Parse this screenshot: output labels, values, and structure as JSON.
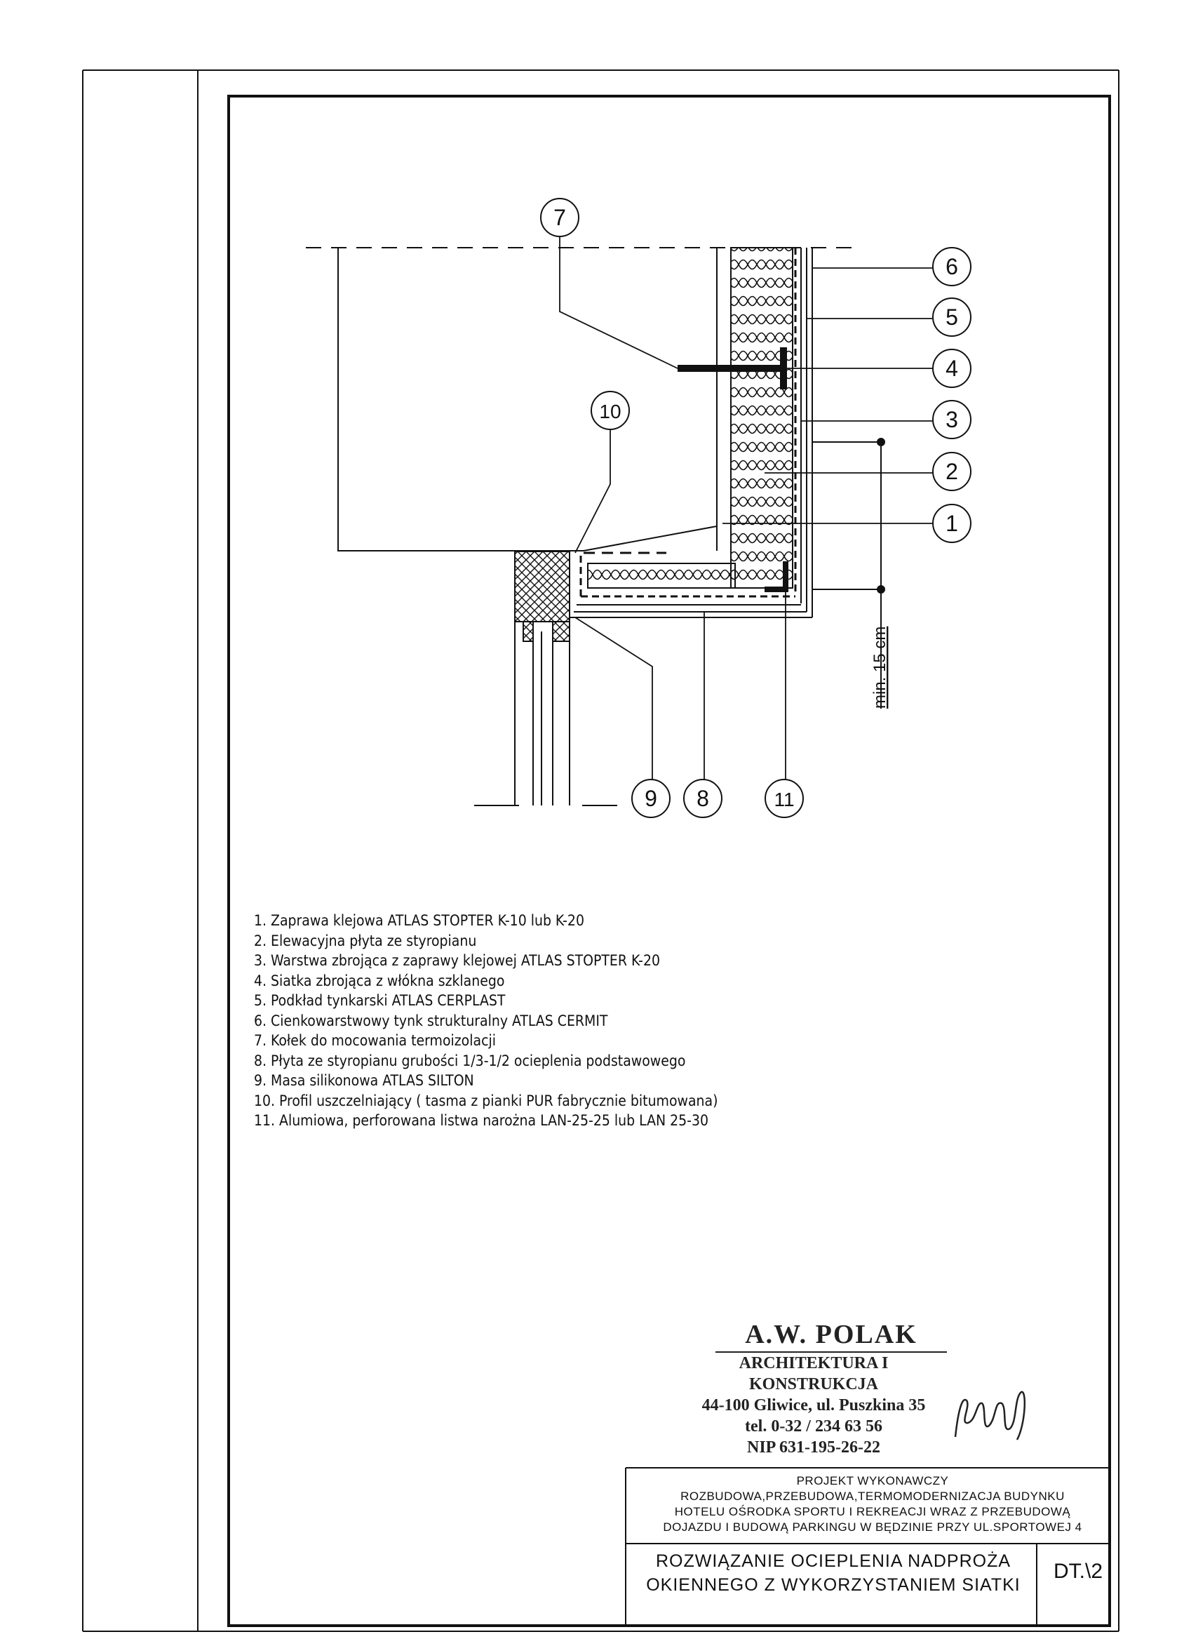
{
  "callouts": {
    "c1": "1",
    "c2": "2",
    "c3": "3",
    "c4": "4",
    "c5": "5",
    "c6": "6",
    "c7": "7",
    "c8": "8",
    "c9": "9",
    "c10": "10",
    "c11": "11"
  },
  "dimension": "min. 15 cm",
  "legend": [
    "1. Zaprawa klejowa ATLAS STOPTER K-10 lub K-20",
    "2. Elewacyjna płyta ze styropianu",
    "3. Warstwa zbrojąca z zaprawy klejowej ATLAS STOPTER K-20",
    "4. Siatka zbrojąca z włókna szklanego",
    "5. Podkład tynkarski ATLAS CERPLAST",
    "6. Cienkowarstwowy tynk strukturalny ATLAS CERMIT",
    "7. Kołek do mocowania termoizolacji",
    "8. Płyta ze styropianu grubości 1/3-1/2 ocieplenia podstawowego",
    "9. Masa silikonowa ATLAS SILTON",
    "10. Profil uszczelniający ( tasma z pianki PUR fabrycznie bitumowana)",
    "11. Alumiowa, perforowana listwa narożna LAN-25-25 lub LAN 25-30"
  ],
  "stamp": {
    "company": "A.W. POLAK",
    "line1": "ARCHITEKTURA I KONSTRUKCJA",
    "line2": "44-100 Gliwice, ul. Puszkina 35",
    "line3": "tel. 0-32 / 234 63 56",
    "line4": "NIP 631-195-26-22"
  },
  "title_block": {
    "project_type": "PROJEKT WYKONAWCZY",
    "project_line1": "ROZBUDOWA,PRZEBUDOWA,TERMOMODERNIZACJA BUDYNKU",
    "project_line2": "HOTELU OŚRODKA SPORTU I REKREACJI WRAZ Z PRZEBUDOWĄ",
    "project_line3": "DOJAZDU I BUDOWĄ PARKINGU W BĘDZINIE PRZY UL.SPORTOWEJ 4",
    "drawing_title1": "ROZWIĄZANIE OCIEPLENIA NADPROŻA",
    "drawing_title2": "OKIENNEGO Z WYKORZYSTANIEM SIATKI",
    "drawing_code": "DT.\\2"
  },
  "colors": {
    "ink": "#111111",
    "paper": "#ffffff"
  }
}
